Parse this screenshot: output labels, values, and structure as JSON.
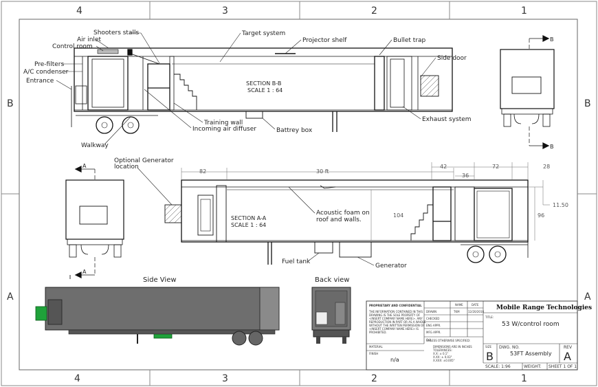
{
  "zones": {
    "columns": [
      "4",
      "3",
      "2",
      "1"
    ],
    "rows": [
      "B",
      "A"
    ]
  },
  "section_bb": {
    "title": "SECTION B-B",
    "scale": "SCALE 1 : 64",
    "labels": {
      "shooters_stalls": "Shooters stalls",
      "air_inlet": "Air inlet",
      "control_room": "Control room",
      "pre_filters": "Pre-filters",
      "ac_condenser": "A/C condenser",
      "entrance": "Entrance",
      "walkway": "Walkway",
      "target_system": "Target system",
      "projector_shelf": "Projector shelf",
      "bullet_trap": "Bullet trap",
      "side_door": "Side door",
      "training_wall": "Training wall",
      "incoming_air_diffuser": "Incoming air diffuser",
      "battery_box": "Battrey box",
      "exhaust_system": "Exhaust system"
    }
  },
  "section_aa": {
    "title": "SECTION A-A",
    "scale": "SCALE 1 : 64",
    "labels": {
      "optional_generator": "Optional Generator",
      "location": "location",
      "acoustic_foam_1": "Acoustic foam on",
      "acoustic_foam_2": "roof and walls.",
      "fuel_tank": "Fuel tank",
      "generator": "Generator"
    },
    "dimensions": {
      "d82": "82",
      "d30ft": "30 ft",
      "d42": "42",
      "d36": "36",
      "d72": "72",
      "d28": "28",
      "d104": "104",
      "d96": "96",
      "d11_50": "11.50"
    }
  },
  "section_marks": {
    "a": "A",
    "b": "B"
  },
  "views": {
    "side_view": "Side View",
    "back_view": "Back view"
  },
  "title_block": {
    "company": "Mobile Range Technologies",
    "title_label": "TITLE:",
    "title": "53 W/control room",
    "size_label": "SIZE",
    "size": "B",
    "dwg_label": "DWG. NO.",
    "dwg_no": "53FT Assembly",
    "rev_label": "REV",
    "rev": "A",
    "scale": "SCALE: 1:96",
    "weight": "WEIGHT:",
    "sheet": "SHEET 1 OF 1",
    "prop_title": "PROPRIETARY AND CONFIDENTIAL",
    "prop_lines": [
      "THE INFORMATION CONTAINED IN THIS",
      "DRAWING IS THE SOLE PROPERTY OF",
      "<INSERT COMPANY NAME HERE>. ANY",
      "REPRODUCTION IN PART OR AS A WHOLE",
      "WITHOUT THE WRITTEN PERMISSION OF",
      "<INSERT COMPANY NAME HERE> IS",
      "PROHIBITED."
    ],
    "material_label": "MATERIAL",
    "finish_label": "FINISH",
    "finish_value": "n/a",
    "name_col": "NAME",
    "date_col": "DATE",
    "rows": [
      "DRAWN",
      "CHECKED",
      "ENG APPR.",
      "MFG APPR.",
      "Q.A."
    ],
    "drawn_name": "TKM",
    "drawn_date": "12/20/2010",
    "unless_1": "UNLESS OTHERWISE SPECIFIED:",
    "unless_2": "DIMENSIONS ARE IN INCHES",
    "unless_3": "TOLERANCES:",
    "tol_1": "X.X: ± 0.1\"",
    "tol_2": "X.XX: ± 0.03\"",
    "tol_3": "X.XXX: ±0.005\""
  }
}
